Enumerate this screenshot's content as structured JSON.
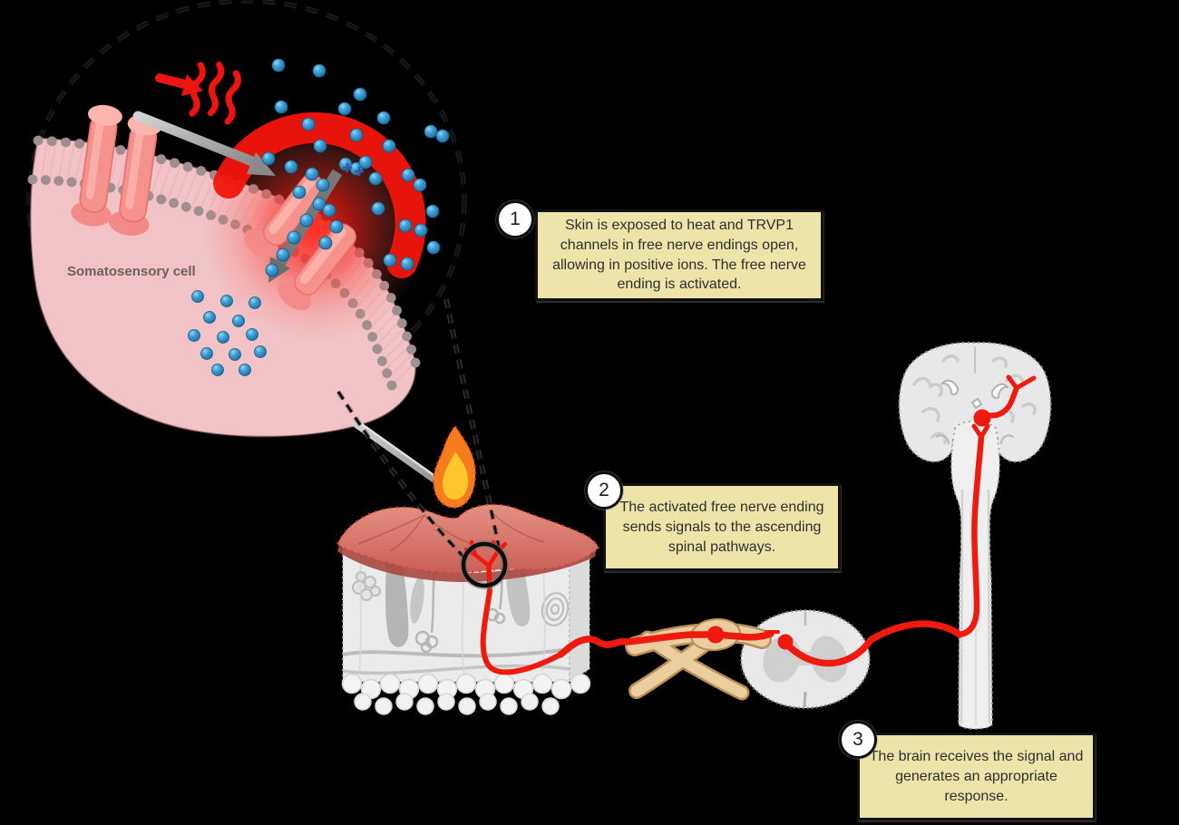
{
  "diagram": {
    "background": "#000000",
    "magnified_view_label": "Somatosensory cell",
    "callouts": [
      {
        "number": "1",
        "text": "Skin is exposed to heat and TRVP1 channels in free nerve endings open, allowing in positive ions. The free nerve ending is activated."
      },
      {
        "number": "2",
        "text": "The activated free nerve ending sends signals to the ascending spinal pathways."
      },
      {
        "number": "3",
        "text": "The brain receives the signal and generates an appropriate response."
      }
    ],
    "colors": {
      "callout_bg": "#ece4a8",
      "callout_border": "#121212",
      "nerve_red": "#ee1a10",
      "ion_blue": "#2f9ad0",
      "cell_pink": "#f1c2c6",
      "channel_salmon": "#f6928c",
      "heat_red": "#ee1511",
      "ganglion_tan": "#eccda0",
      "tissue_gray": "#ededed",
      "flame_orange": "#f57d1e",
      "flame_yellow": "#fdc62d"
    }
  }
}
